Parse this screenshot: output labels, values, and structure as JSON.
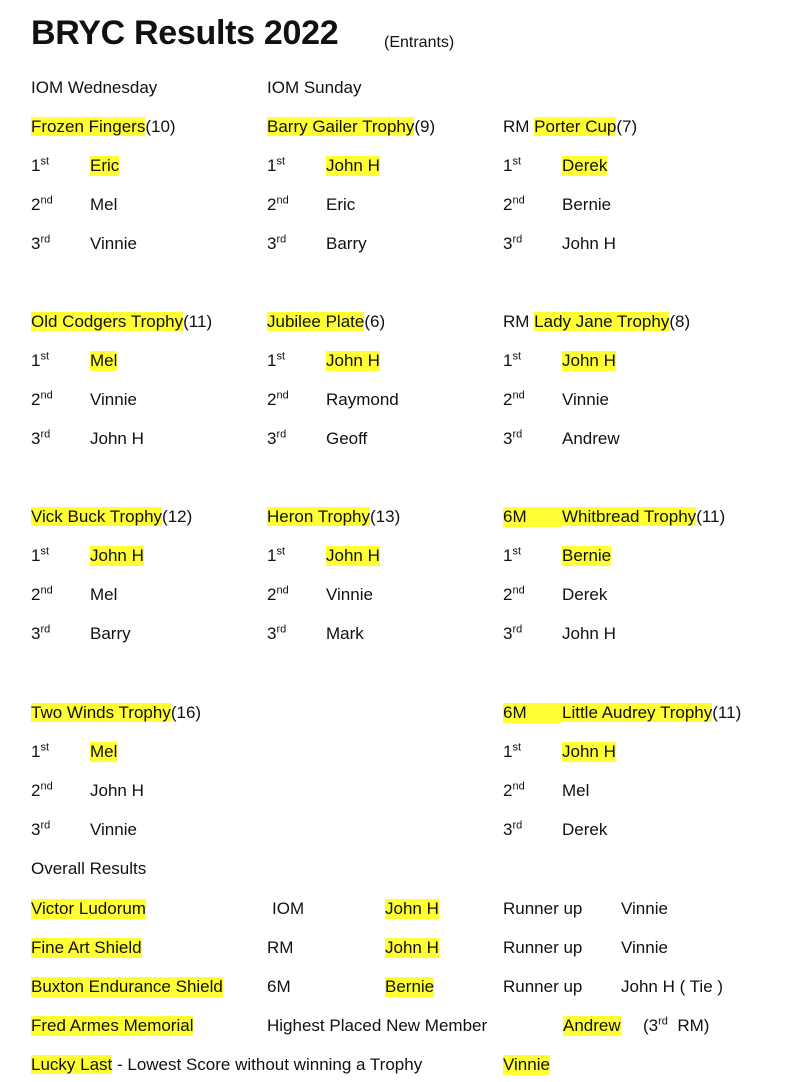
{
  "title": "BRYC Results 2022",
  "entrants_note": "(Entrants)",
  "section_headers": {
    "wed": "IOM Wednesday",
    "sun": "IOM Sunday"
  },
  "colors": {
    "highlight": "#ffff33"
  },
  "blocks": [
    {
      "prefix": "",
      "name": "Frozen Fingers",
      "count": "(10)",
      "results": [
        {
          "ord": "1",
          "sup": "st",
          "name": "Eric",
          "hl": true
        },
        {
          "ord": "2",
          "sup": "nd",
          "name": "Mel"
        },
        {
          "ord": "3",
          "sup": "rd",
          "name": "Vinnie"
        }
      ]
    },
    {
      "prefix": "",
      "name": "Barry Gailer Trophy",
      "count": "(9)",
      "results": [
        {
          "ord": "1",
          "sup": "st",
          "name": "John H",
          "hl": true
        },
        {
          "ord": "2",
          "sup": "nd",
          "name": "Eric"
        },
        {
          "ord": "3",
          "sup": "rd",
          "name": "Barry"
        }
      ]
    },
    {
      "prefix": "RM ",
      "name": "Porter Cup",
      "count": "(7)",
      "results": [
        {
          "ord": "1",
          "sup": "st",
          "name": "Derek",
          "hl": true
        },
        {
          "ord": "2",
          "sup": "nd",
          "name": "Bernie"
        },
        {
          "ord": "3",
          "sup": "rd",
          "name": "John H"
        }
      ]
    },
    {
      "prefix": "",
      "name": "Old Codgers Trophy",
      "count": "(11)",
      "results": [
        {
          "ord": "1",
          "sup": "st",
          "name": "Mel",
          "hl": true
        },
        {
          "ord": "2",
          "sup": "nd",
          "name": "Vinnie"
        },
        {
          "ord": "3",
          "sup": "rd",
          "name": "John H"
        }
      ]
    },
    {
      "prefix": "",
      "name": "Jubilee Plate",
      "count": "(6)",
      "results": [
        {
          "ord": "1",
          "sup": "st",
          "name": "John H",
          "hl": true
        },
        {
          "ord": "2",
          "sup": "nd",
          "name": "Raymond"
        },
        {
          "ord": "3",
          "sup": "rd",
          "name": "Geoff"
        }
      ]
    },
    {
      "prefix": "RM ",
      "name": "Lady Jane Trophy",
      "count": "(8)",
      "results": [
        {
          "ord": "1",
          "sup": "st",
          "name": "John H",
          "hl": true
        },
        {
          "ord": "2",
          "sup": "nd",
          "name": "Vinnie"
        },
        {
          "ord": "3",
          "sup": "rd",
          "name": "Andrew"
        }
      ]
    },
    {
      "prefix": "",
      "name": "Vick Buck Trophy",
      "count": "(12)",
      "results": [
        {
          "ord": "1",
          "sup": "st",
          "name": "John H",
          "hl": true
        },
        {
          "ord": "2",
          "sup": "nd",
          "name": "Mel"
        },
        {
          "ord": "3",
          "sup": "rd",
          "name": "Barry"
        }
      ]
    },
    {
      "prefix": "",
      "name": "Heron Trophy",
      "count": "(13)",
      "results": [
        {
          "ord": "1",
          "sup": "st",
          "name": "John H",
          "hl": true
        },
        {
          "ord": "2",
          "sup": "nd",
          "name": "Vinnie"
        },
        {
          "ord": "3",
          "sup": "rd",
          "name": "Mark"
        }
      ]
    },
    {
      "prefix": "6M",
      "prefix_hl": true,
      "name": "Whitbread Trophy",
      "count": "(11)",
      "results": [
        {
          "ord": "1",
          "sup": "st",
          "name": "Bernie",
          "hl": true
        },
        {
          "ord": "2",
          "sup": "nd",
          "name": "Derek"
        },
        {
          "ord": "3",
          "sup": "rd",
          "name": "John H"
        }
      ]
    },
    {
      "prefix": "",
      "name": "Two Winds Trophy",
      "count": "(16)",
      "results": [
        {
          "ord": "1",
          "sup": "st",
          "name": "Mel",
          "hl": true
        },
        {
          "ord": "2",
          "sup": "nd",
          "name": "John H"
        },
        {
          "ord": "3",
          "sup": "rd",
          "name": "Vinnie"
        }
      ]
    },
    {
      "prefix": "6M",
      "prefix_hl": true,
      "name": "Little Audrey Trophy",
      "count": "(11)",
      "results": [
        {
          "ord": "1",
          "sup": "st",
          "name": "John H",
          "hl": true
        },
        {
          "ord": "2",
          "sup": "nd",
          "name": "Mel"
        },
        {
          "ord": "3",
          "sup": "rd",
          "name": "Derek"
        }
      ]
    }
  ],
  "overall_title": "Overall Results",
  "overall": [
    {
      "trophy": "Victor Ludorum",
      "cls": "IOM",
      "winner": "John H",
      "runner_label": "Runner up",
      "runner": "Vinnie"
    },
    {
      "trophy": "Fine Art Shield",
      "cls": "RM",
      "winner": "John H",
      "runner_label": "Runner up",
      "runner": "Vinnie"
    },
    {
      "trophy": "Buxton Endurance Shield",
      "cls": "6M",
      "winner": "Bernie",
      "runner_label": "Runner up",
      "runner": "John H ( Tie )"
    }
  ],
  "fred": {
    "trophy": "Fred Armes Memorial",
    "desc": "Highest Placed New Member",
    "winner": "Andrew",
    "note_open": "(3",
    "note_sup": "rd",
    "note_close": "  RM)"
  },
  "lucky": {
    "trophy": "Lucky Last",
    "desc": " - Lowest Score without winning a Trophy",
    "winner": "Vinnie"
  }
}
